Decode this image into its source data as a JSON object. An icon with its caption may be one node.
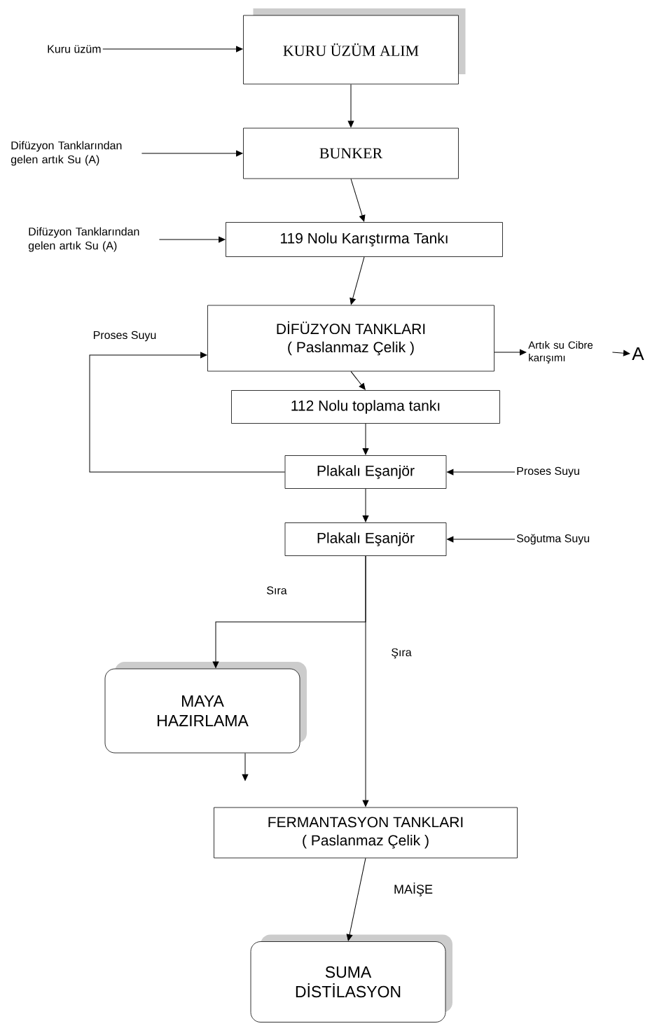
{
  "diagram": {
    "nodes": [
      {
        "text": [
          "KURU ÜZÜM ALIM"
        ]
      },
      {
        "text": [
          "BUNKER"
        ]
      },
      {
        "text": [
          "119 Nolu Karıştırma Tankı"
        ]
      },
      {
        "text": [
          "DİFÜZYON TANKLARI",
          "( Paslanmaz Çelik )"
        ]
      },
      {
        "text": [
          "112 Nolu toplama tankı"
        ]
      },
      {
        "text": [
          "Plakalı Eşanjör"
        ]
      },
      {
        "text": [
          "Plakalı Eşanjör"
        ]
      },
      {
        "text": [
          "MAYA HAZIRLAMA"
        ]
      },
      {
        "text": [
          "FERMANTASYON TANKLARI",
          "( Paslanmaz Çelik )"
        ]
      },
      {
        "text": [
          "SUMA DİSTİLASYON"
        ]
      },
      {
        "text": [
          "Kuru üzüm"
        ]
      },
      {
        "text": [
          "Difüzyon Tanklarından gelen artık Su (A)"
        ]
      },
      {
        "text": [
          "Difüzyon Tanklarından gelen artık Su (A)"
        ]
      },
      {
        "text": [
          "Artık su Cibre karışımı"
        ]
      },
      {
        "text": [
          "A"
        ]
      },
      {
        "text": [
          "Proses Suyu"
        ]
      },
      {
        "text": [
          "Soğutma Suyu"
        ]
      }
    ],
    "edges": [
      {
        "from": 10,
        "to": 0,
        "arrow": "to"
      },
      {
        "from": 11,
        "to": 1,
        "arrow": "to"
      },
      {
        "from": 12,
        "to": 2,
        "arrow": "to"
      },
      {
        "from": 0,
        "to": 1,
        "arrow": "to"
      },
      {
        "from": 1,
        "to": 2,
        "arrow": "to"
      },
      {
        "from": 2,
        "to": 3,
        "arrow": "to"
      },
      {
        "from": 3,
        "to": 4,
        "arrow": "to"
      },
      {
        "from": 4,
        "to": 5,
        "arrow": "to"
      },
      {
        "from": 5,
        "to": 6,
        "arrow": "to"
      },
      {
        "from": 3,
        "to": 13,
        "arrow": "to"
      },
      {
        "from": 13,
        "to": 14,
        "arrow": "to"
      },
      {
        "from": 15,
        "to": 5,
        "arrow": "to"
      },
      {
        "from": 16,
        "to": 6,
        "arrow": "to"
      },
      {
        "from": 5,
        "to": 3,
        "arrow": "to",
        "label": "Proses Suyu"
      },
      {
        "from": 6,
        "to": 7,
        "arrow": "to",
        "label": "Sıra"
      },
      {
        "from": 6,
        "to": 8,
        "arrow": "to",
        "label": "Şıra"
      },
      {
        "from": 7,
        "to": null,
        "arrow": "to"
      },
      {
        "from": 8,
        "to": 9,
        "arrow": "to",
        "label": "MAİŞE"
      }
    ]
  }
}
